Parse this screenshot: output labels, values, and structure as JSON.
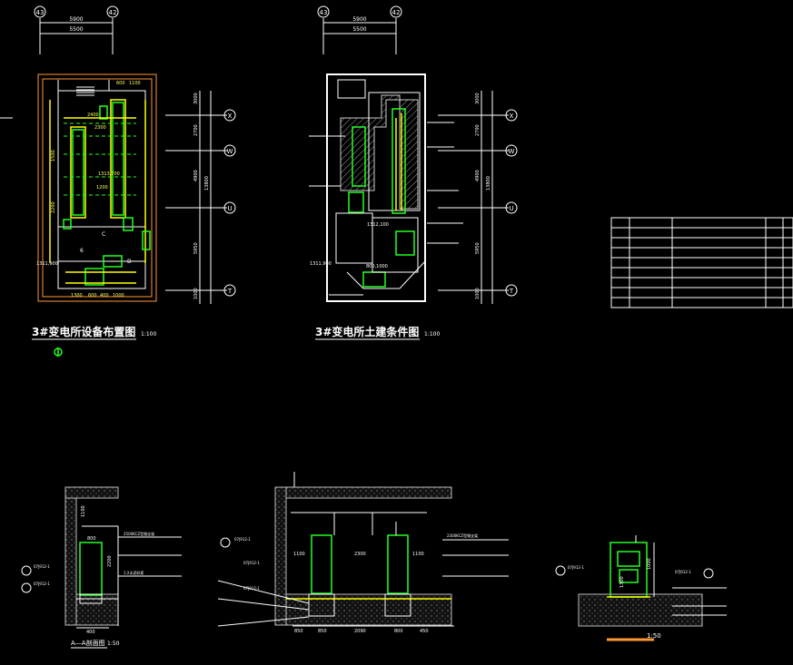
{
  "plans": {
    "left": {
      "title": "3#变电所设备布置图",
      "scale": "1:100",
      "grid_top": [
        "43",
        "42"
      ],
      "top_dims": [
        "5900",
        "5500"
      ],
      "right_axes": [
        "X",
        "W",
        "U",
        "T"
      ],
      "right_dims": [
        "3000",
        "2700",
        "4900",
        "13800",
        "5950",
        "1000"
      ],
      "labels": [
        "600",
        "1100",
        "2400",
        "2300",
        "1200",
        "1313,700",
        "1500",
        "2200",
        "1311,900",
        "1300",
        "600",
        "400",
        "1000",
        "C",
        "D",
        "6"
      ]
    },
    "right": {
      "title": "3#变电所土建条件图",
      "scale": "1:100",
      "grid_top": [
        "43",
        "42"
      ],
      "top_dims": [
        "5900",
        "5500"
      ],
      "right_axes": [
        "X",
        "W",
        "U",
        "T"
      ],
      "right_dims": [
        "3000",
        "2700",
        "4900",
        "13800",
        "5950",
        "1000"
      ],
      "labels": [
        "1312,100",
        "800,1000",
        "1311,900"
      ]
    }
  },
  "sections": {
    "a": {
      "title": "A—A剖面图",
      "scale": "1:50",
      "dims": [
        "1100",
        "2200",
        "800",
        "400"
      ],
      "notes": [
        "2500KCZ型钢支架",
        "1:2水泥砂浆",
        "07J912-1",
        "07J912-1"
      ]
    },
    "b": {
      "dims": [
        "1100",
        "2300",
        "1100",
        "850",
        "850",
        "2090",
        "800",
        "450"
      ],
      "notes": [
        "07J912-1",
        "2300KCZ型钢支架",
        "07J912-1",
        "07J912-1"
      ]
    },
    "c": {
      "scale": "1:50",
      "dims": [
        "1000",
        "1300"
      ],
      "notes": [
        "07J912-1",
        "07J912-1"
      ]
    }
  },
  "table": {
    "rows": 9,
    "cols": 6
  }
}
